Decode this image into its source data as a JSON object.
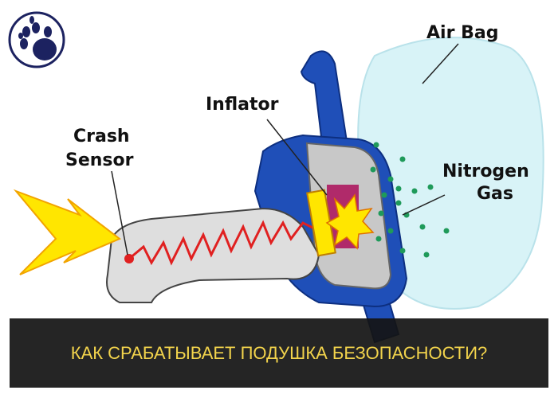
{
  "labels": {
    "air_bag": "Air Bag",
    "inflator": "Inflator",
    "crash_sensor_line1": "Crash",
    "crash_sensor_line2": "Sensor",
    "nitrogen_line1": "Nitrogen",
    "nitrogen_line2": "Gas"
  },
  "banner": {
    "title": "КАК СРАБАТЫВАЕТ ПОДУШКА БЕЗОПАСНОСТИ?"
  },
  "colors": {
    "logo": "#1c2260",
    "banner_text": "#f3d44c",
    "steering": "#1f4fb8",
    "gas_dots": "#1f9a5a",
    "bag": "#d8f3f7"
  }
}
